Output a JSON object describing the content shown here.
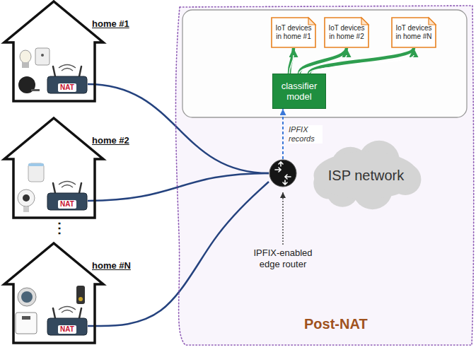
{
  "diagram": {
    "nodes": [
      {
        "text": [
          "home #1"
        ]
      },
      {
        "text": [
          "NAT"
        ],
        "in": 0
      },
      {
        "text": [
          "home #2"
        ]
      },
      {
        "text": [
          "NAT"
        ],
        "in": 2
      },
      {
        "text": [
          "home #N"
        ]
      },
      {
        "text": [
          "NAT"
        ],
        "in": 4
      },
      {
        "text": [
          "Post-NAT"
        ]
      },
      {
        "text": [
          "IoT devices in home #1"
        ],
        "in": 6
      },
      {
        "text": [
          "IoT devices in home #2"
        ],
        "in": 6
      },
      {
        "text": [
          "IoT devices in home #N"
        ],
        "in": 6
      },
      {
        "text": [
          "classifier model"
        ],
        "in": 6
      },
      {
        "text": [
          "ISP network"
        ],
        "in": 6
      },
      {
        "text": [
          "IPFIX-enabled edge router"
        ],
        "in": 6
      }
    ],
    "edges": [
      {
        "from": 1,
        "to": 12,
        "arrow": "none"
      },
      {
        "from": 3,
        "to": 12,
        "arrow": "none"
      },
      {
        "from": 5,
        "to": 12,
        "arrow": "none"
      },
      {
        "from": 12,
        "to": 10,
        "arrow": "to",
        "label": "IPFIX records"
      },
      {
        "from": 10,
        "to": 7,
        "arrow": "to"
      },
      {
        "from": 10,
        "to": 8,
        "arrow": "to"
      },
      {
        "from": 10,
        "to": 9,
        "arrow": "to"
      }
    ],
    "labels": [
      "⋮"
    ]
  }
}
